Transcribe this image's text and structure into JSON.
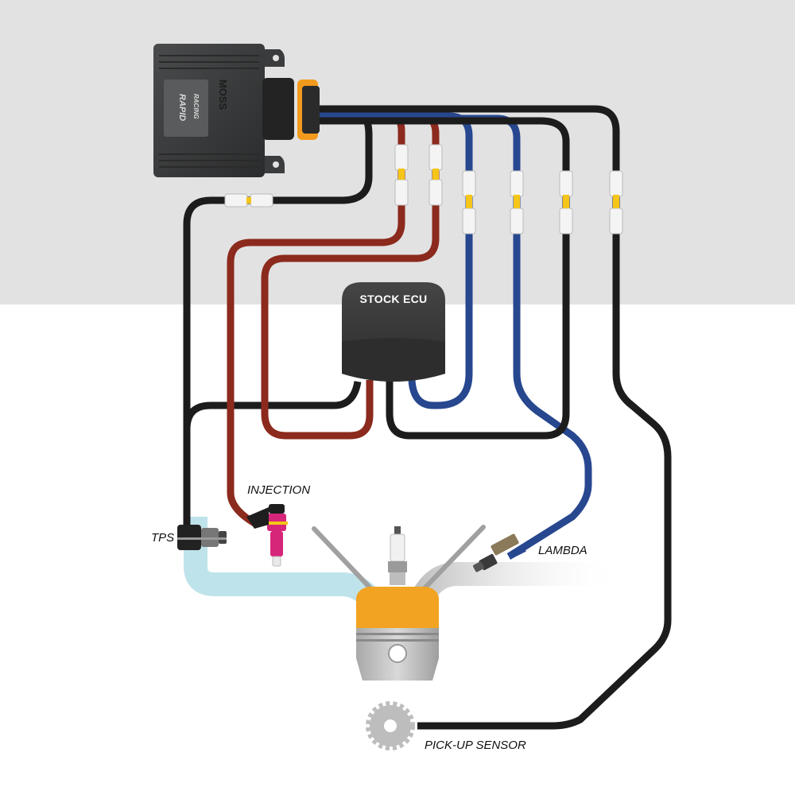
{
  "colors": {
    "top_background": "#e2e2e3",
    "bottom_background": "#ffffff",
    "wire_black": "#1c1c1c",
    "wire_red": "#8b2a1d",
    "wire_blue": "#27478f",
    "intake_pipe": "#bfe3ea",
    "exhaust_pipe": "#c9c9c9",
    "piston_head": "#f2a321",
    "piston_body": "#c7c7c7",
    "injector": "#d6267a",
    "stock_ecu": "#3a3a3a",
    "module_body": "#3b3c3d",
    "module_connector": "#f29a1d"
  },
  "module": {
    "brand_text": "RAPID",
    "brand_sub": "RACING",
    "model_text": "MOSS"
  },
  "stock_ecu": {
    "label": "STOCK ECU"
  },
  "labels": {
    "injection": "INJECTION",
    "tps": "TPS",
    "lambda": "LAMBDA",
    "pickup": "PICK-UP SENSOR"
  },
  "icons": {
    "module": "tuning-module-icon",
    "stock_ecu": "ecu-box-icon",
    "injector": "fuel-injector-icon",
    "tps": "throttle-position-sensor-icon",
    "lambda": "oxygen-sensor-icon",
    "pickup": "pickup-gear-icon",
    "spark_plug": "spark-plug-icon",
    "piston": "piston-icon"
  }
}
